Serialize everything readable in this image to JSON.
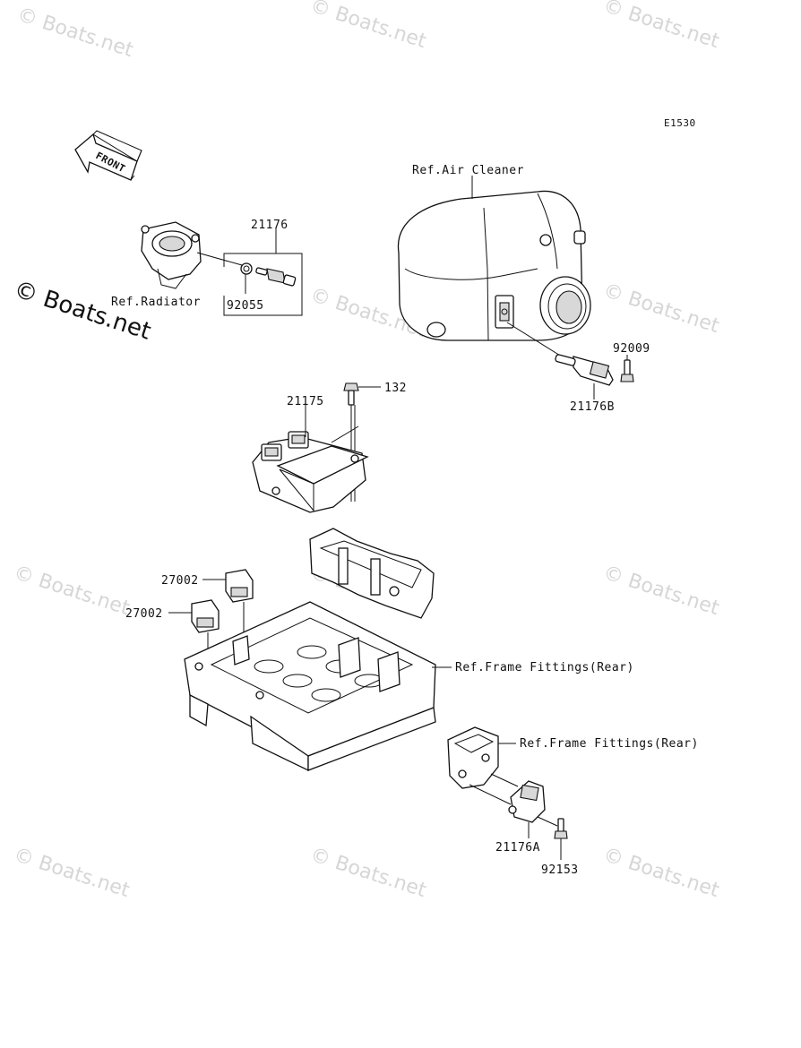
{
  "diagram_code": "E1530",
  "front_arrow_label": "FRONT",
  "watermark": {
    "text": "© Boats.net",
    "prominent": "© Boats.net"
  },
  "references": {
    "air_cleaner": "Ref.Air Cleaner",
    "radiator": "Ref.Radiator",
    "frame_fittings_1": "Ref.Frame Fittings(Rear)",
    "frame_fittings_2": "Ref.Frame Fittings(Rear)"
  },
  "parts": {
    "p21176": "21176",
    "p92055": "92055",
    "p92009": "92009",
    "p21176B": "21176B",
    "p132": "132",
    "p21175": "21175",
    "p27002a": "27002",
    "p27002b": "27002",
    "p21176A": "21176A",
    "p92153": "92153"
  }
}
